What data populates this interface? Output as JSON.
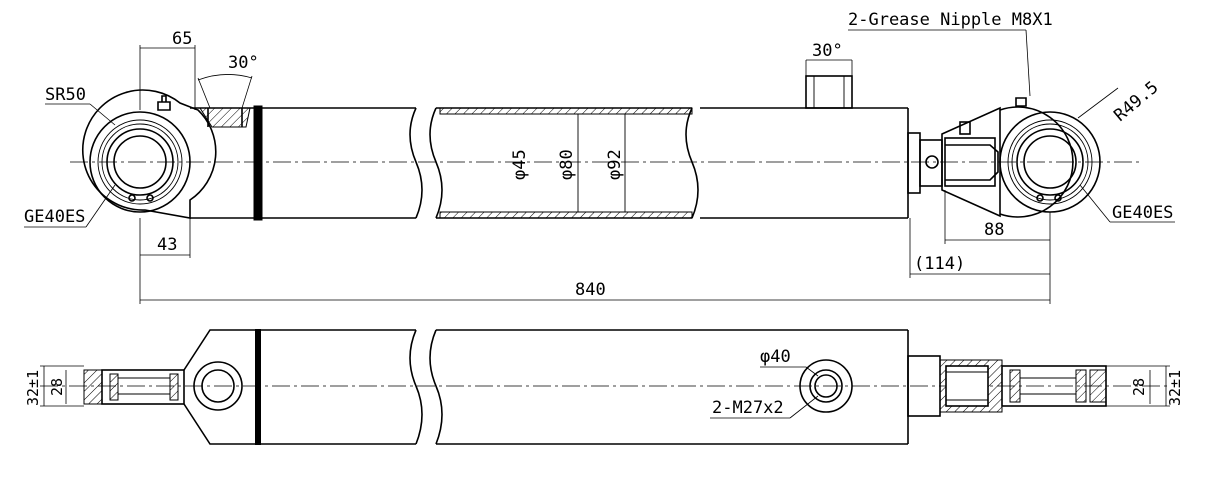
{
  "labels": {
    "grease_nipple": "2-Grease Nipple M8X1",
    "dim_65": "65",
    "angle_30_left": "30°",
    "angle_30_port": "30°",
    "sr50": "SR50",
    "r49_5": "R49.5",
    "bearing_left": "GE40ES",
    "bearing_right": "GE40ES",
    "dim_43": "43",
    "rod_dia": "φ45",
    "bore_dia": "φ80",
    "outer_dia": "φ92",
    "dim_88": "88",
    "dim_114": "(114)",
    "dim_840": "840",
    "port_dia": "φ40",
    "port_thread": "2-M27x2",
    "width_left_32": "32±1",
    "width_left_28": "28",
    "width_right_28": "28",
    "width_right_32": "32±1"
  }
}
